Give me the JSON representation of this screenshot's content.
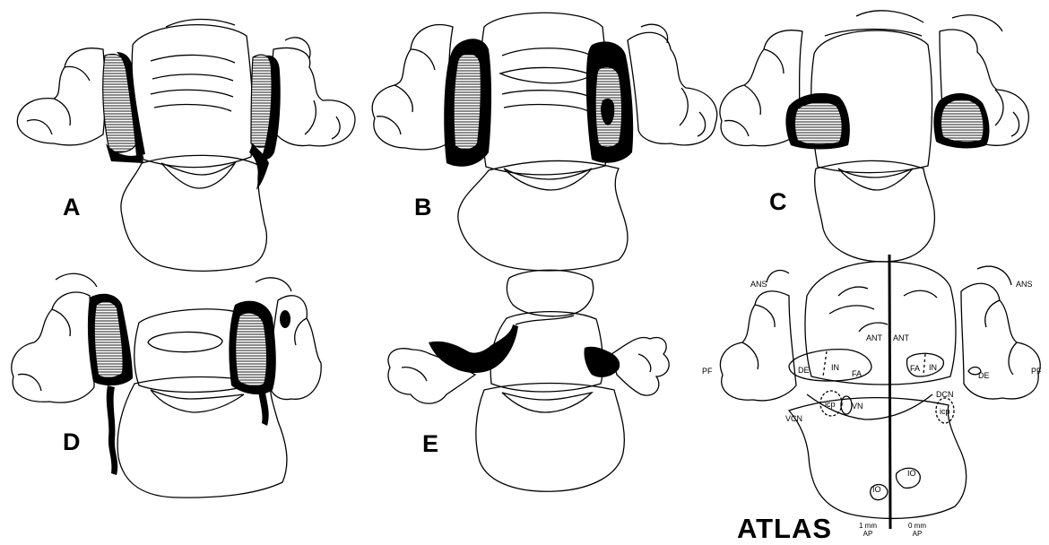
{
  "panels": [
    {
      "letter": "A"
    },
    {
      "letter": "B"
    },
    {
      "letter": "C"
    },
    {
      "letter": "D"
    },
    {
      "letter": "E"
    }
  ],
  "atlas": {
    "title": "ATLAS",
    "labels": {
      "ans_left": "ANS",
      "ans_right": "ANS",
      "ant_left": "ANT",
      "ant_right": "ANT",
      "pf_left": "PF",
      "pf_right": "PF",
      "de_left": "DE",
      "de_right": "DE",
      "in_left": "IN",
      "in_right": "IN",
      "fa_left": "FA",
      "fa_right": "FA",
      "dcn": "DCN",
      "vcn": "VCN",
      "vn": "VN",
      "icp_left": "icp",
      "icp_right": "icp",
      "io_left": "IO",
      "io_right": "IO"
    },
    "ap_left": {
      "value": "1 mm",
      "unit": "AP"
    },
    "ap_right": {
      "value": "0 mm",
      "unit": "AP"
    }
  },
  "colors": {
    "ink": "#000000",
    "paper": "#ffffff"
  }
}
